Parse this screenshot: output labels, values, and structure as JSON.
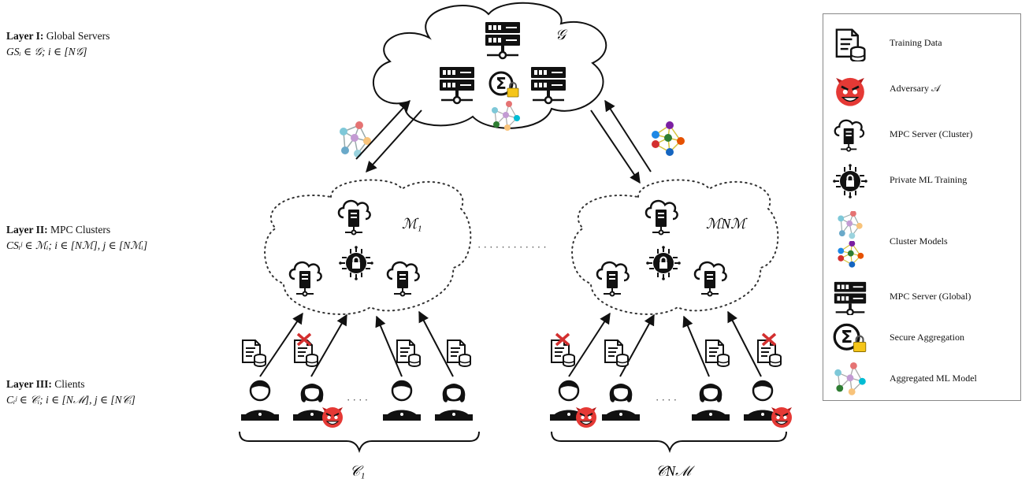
{
  "layers": [
    {
      "title": "Layer I:",
      "desc": "Global Servers",
      "formula": "GSᵢ ∈ 𝒢; i ∈ [N𝒢]"
    },
    {
      "title": "Layer II:",
      "desc": "MPC Clusters",
      "formula": "CSᵢʲ ∈ ℳᵢ; i ∈ [Nℳ], j ∈ [Nℳᵢ]"
    },
    {
      "title": "Layer III:",
      "desc": "Clients",
      "formula": "Cᵢʲ ∈ 𝒞ᵢ; i ∈ [Nℳ], j ∈ [N𝒞ᵢ]"
    }
  ],
  "labels": {
    "global_cloud": "𝒢",
    "cluster_1": "ℳ₁",
    "cluster_n": "ℳNℳ",
    "clients_1": "𝒞₁",
    "clients_n": "𝒞Nℳ",
    "dots": "· · · · · · · · · · · ·",
    "client_dots": "· · · ·"
  },
  "legend": [
    {
      "icon": "training-data-icon",
      "label": "Training Data"
    },
    {
      "icon": "adversary-icon",
      "label": "Adversary 𝒜"
    },
    {
      "icon": "mpc-server-cluster-icon",
      "label": "MPC Server (Cluster)"
    },
    {
      "icon": "private-ml-training-icon",
      "label": "Private ML Training"
    },
    {
      "icon": "cluster-models-icon",
      "label": "Cluster Models"
    },
    {
      "icon": "mpc-server-global-icon",
      "label": "MPC Server (Global)"
    },
    {
      "icon": "secure-aggregation-icon",
      "label": "Secure Aggregation"
    },
    {
      "icon": "aggregated-ml-model-icon",
      "label": "Aggregated ML Model"
    }
  ],
  "colors": {
    "adversary": "#e53935",
    "lock": "#f5c518",
    "model_a": [
      "#e57373",
      "#7ec8d8",
      "#f8c37a",
      "#c39bd3",
      "#6aa9c9"
    ],
    "model_b": [
      "#7b1fa2",
      "#2e7d32",
      "#1e88e5",
      "#e65100",
      "#d32f2f"
    ]
  }
}
